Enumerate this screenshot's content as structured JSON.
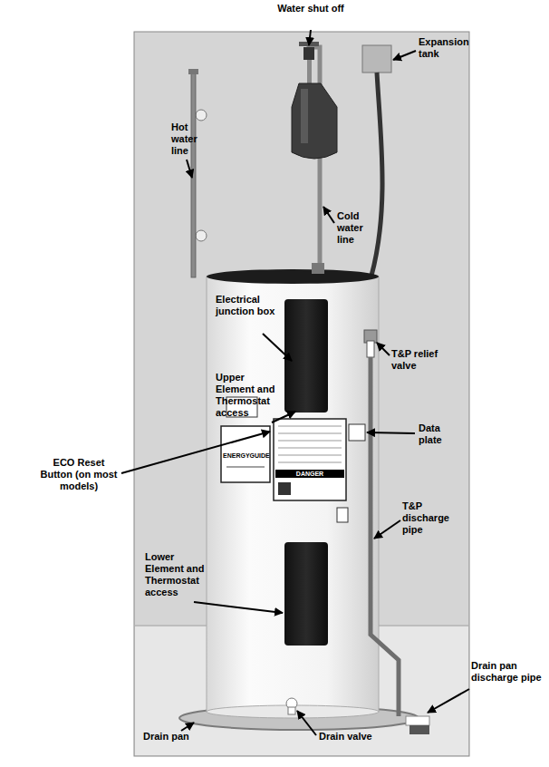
{
  "diagram": {
    "labels": [
      "Water shut off",
      "Expansion tank",
      "Hot water line",
      "Cold water line",
      "Electrical junction box",
      "Upper Element and Thermostat access",
      "ECO Reset Button (on most models)",
      "T&P relief valve",
      "Data plate",
      "T&P discharge pipe",
      "Lower Element and Thermostat access",
      "Drain pan discharge pipe",
      "Drain pan",
      "Drain valve",
      "ENERGYGUIDE",
      "DANGER"
    ]
  }
}
